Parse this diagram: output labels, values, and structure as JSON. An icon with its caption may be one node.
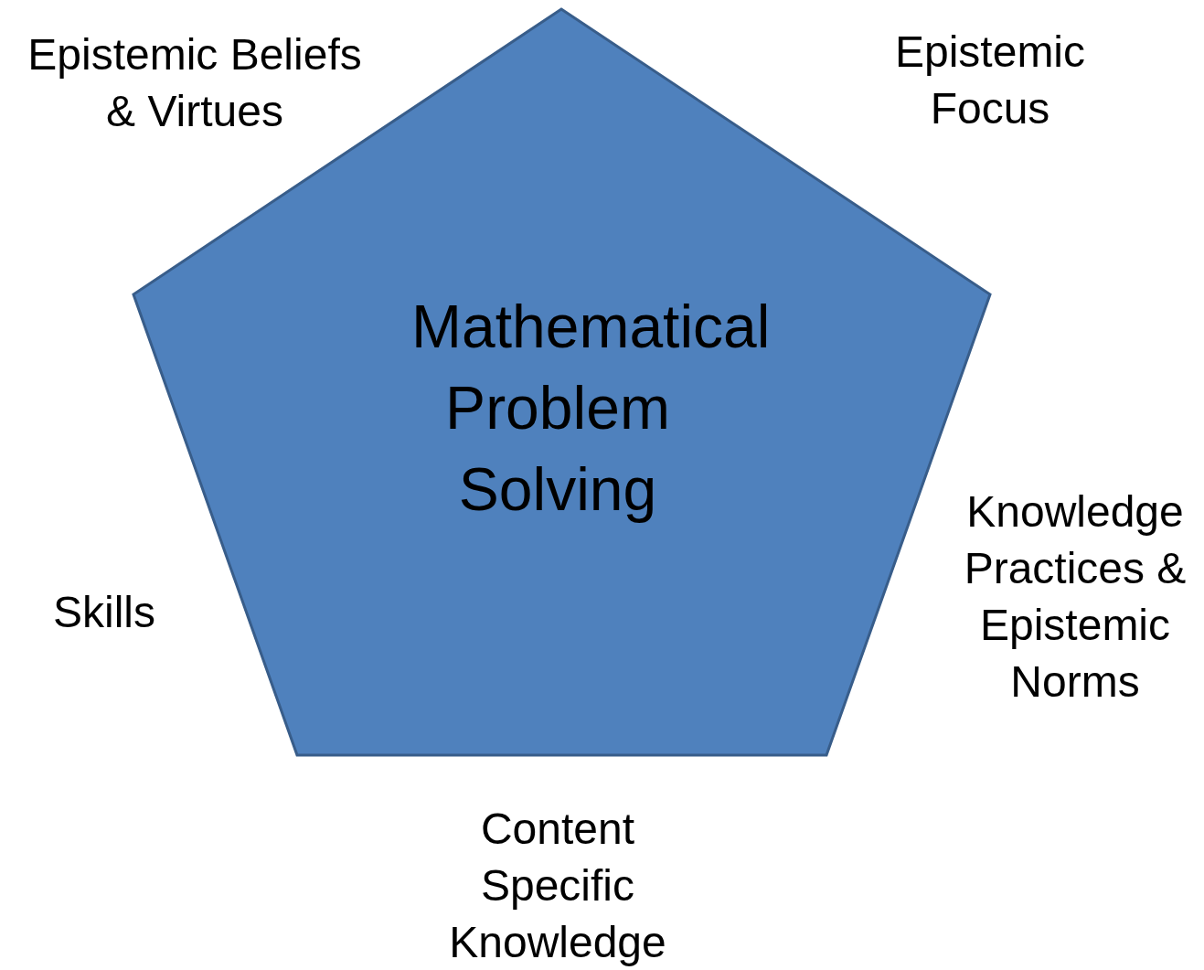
{
  "diagram": {
    "nodes": [
      {
        "text": [
          "Mathematical Problem Solving"
        ]
      }
    ],
    "labels": [
      "Epistemic Beliefs & Virtues",
      "Epistemic Focus",
      "Knowledge Practices & Epistemic Norms",
      "Skills",
      "Content Specific Knowledge"
    ]
  }
}
